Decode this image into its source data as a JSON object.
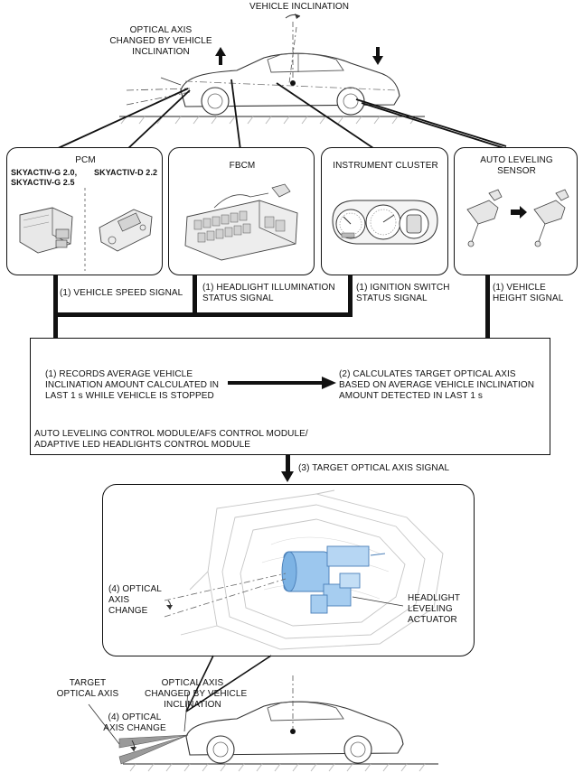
{
  "top": {
    "vehicle_inclination": "VEHICLE INCLINATION",
    "optical_axis_changed": [
      "OPTICAL AXIS",
      "CHANGED BY VEHICLE",
      "INCLINATION"
    ]
  },
  "pcm": {
    "title": "PCM",
    "skyactiv_g": [
      "SKYACTIV-G 2.0,",
      "SKYACTIV-G 2.5"
    ],
    "skyactiv_d": "SKYACTIV-D 2.2"
  },
  "fbcm": {
    "title": "FBCM"
  },
  "cluster": {
    "title": "INSTRUMENT CLUSTER"
  },
  "sensor": {
    "title": [
      "AUTO LEVELING",
      "SENSOR"
    ]
  },
  "signals": {
    "speed": "(1) VEHICLE SPEED SIGNAL",
    "headlight": [
      "(1) HEADLIGHT ILLUMINATION",
      "STATUS SIGNAL"
    ],
    "ignition": [
      "(1) IGNITION SWITCH",
      "STATUS SIGNAL"
    ],
    "height": [
      "(1) VEHICLE",
      "HEIGHT SIGNAL"
    ]
  },
  "module": {
    "records": [
      "(1) RECORDS AVERAGE VEHICLE",
      "INCLINATION AMOUNT CALCULATED IN",
      "LAST 1 s WHILE VEHICLE IS STOPPED"
    ],
    "calculates": [
      "(2) CALCULATES TARGET OPTICAL AXIS",
      "BASED ON AVERAGE VEHICLE INCLINATION",
      "AMOUNT DETECTED IN LAST 1 s"
    ],
    "name": [
      "AUTO LEVELING CONTROL MODULE/AFS CONTROL MODULE/",
      "ADAPTIVE LED HEADLIGHTS CONTROL MODULE"
    ]
  },
  "target_signal": "(3) TARGET OPTICAL AXIS SIGNAL",
  "headlamp": {
    "optical_axis_change": [
      "(4) OPTICAL",
      "AXIS",
      "CHANGE"
    ],
    "actuator": [
      "HEADLIGHT",
      "LEVELING",
      "ACTUATOR"
    ]
  },
  "bottom": {
    "target_optical_axis": [
      "TARGET",
      "OPTICAL AXIS"
    ],
    "optical_axis_changed": [
      "OPTICAL AXIS",
      "CHANGED BY VEHICLE",
      "INCLINATION"
    ],
    "optical_axis_change": [
      "(4) OPTICAL",
      "AXIS CHANGE"
    ]
  }
}
